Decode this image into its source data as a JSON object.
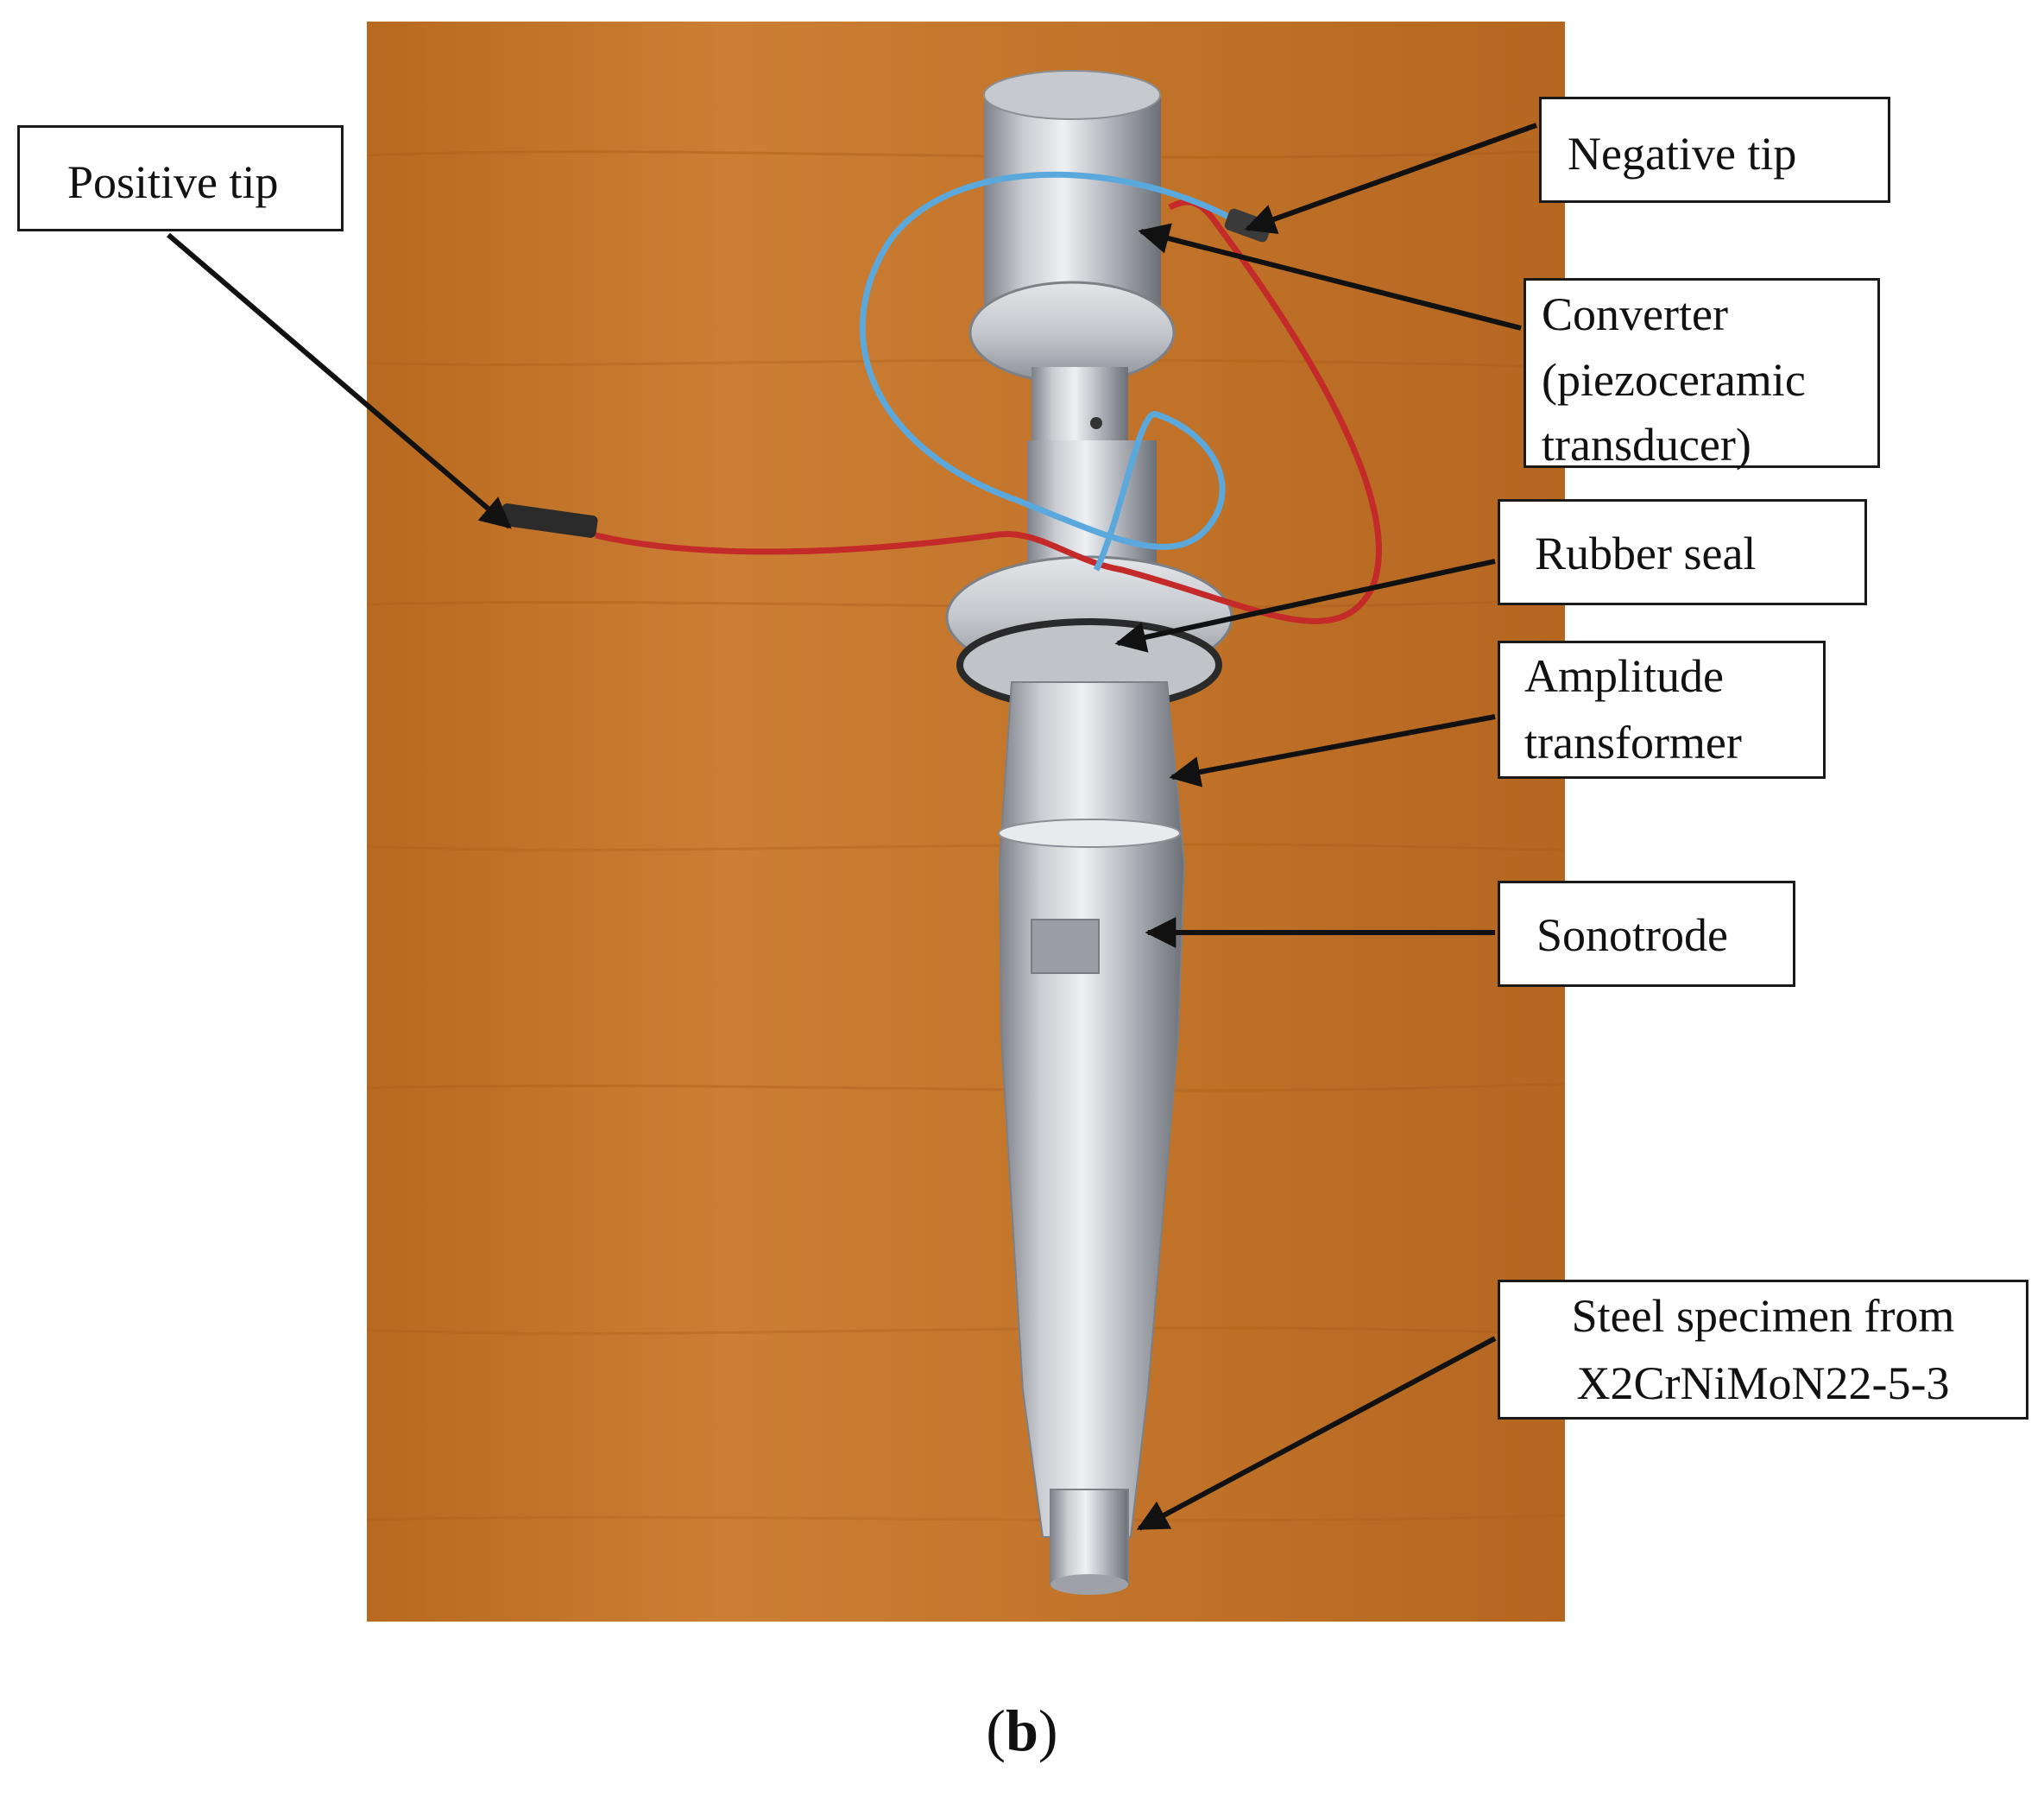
{
  "labels": {
    "positive_tip": "Positive tip",
    "negative_tip": "Negative tip",
    "converter": [
      "Converter",
      "(piezoceramic",
      "transducer)"
    ],
    "rubber_seal": "Rubber seal",
    "amplitude_transformer": [
      "Amplitude",
      "transformer"
    ],
    "sonotrode": "Sonotrode",
    "steel_specimen": [
      "Steel specimen from",
      "X2CrNiMoN22-5-3"
    ]
  },
  "caption": {
    "open": "(",
    "letter": "b",
    "close": ")"
  },
  "colors": {
    "wood": "#c77a2e",
    "wood_dark": "#a85e1c",
    "steel": "#b9bcc2",
    "steel_dark": "#6f737a",
    "wire_red": "#c42a2a",
    "wire_blue": "#5aa8dc",
    "arrow": "#111111"
  }
}
